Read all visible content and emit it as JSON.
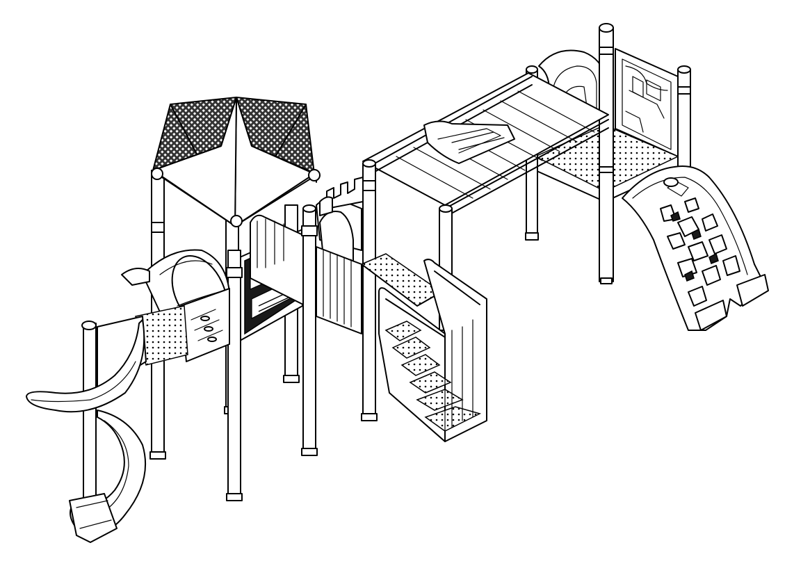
{
  "image": {
    "kind": "line-drawing",
    "subject": "playground-structure",
    "colors": {
      "stroke": "#000000",
      "background": "#ffffff",
      "mesh": "#222222"
    }
  },
  "components": [
    "mesh-roof",
    "spiral-slide",
    "crawl-tunnel",
    "panel",
    "stairs",
    "overhead-ladder",
    "arch-tunnel",
    "rock-climber"
  ]
}
